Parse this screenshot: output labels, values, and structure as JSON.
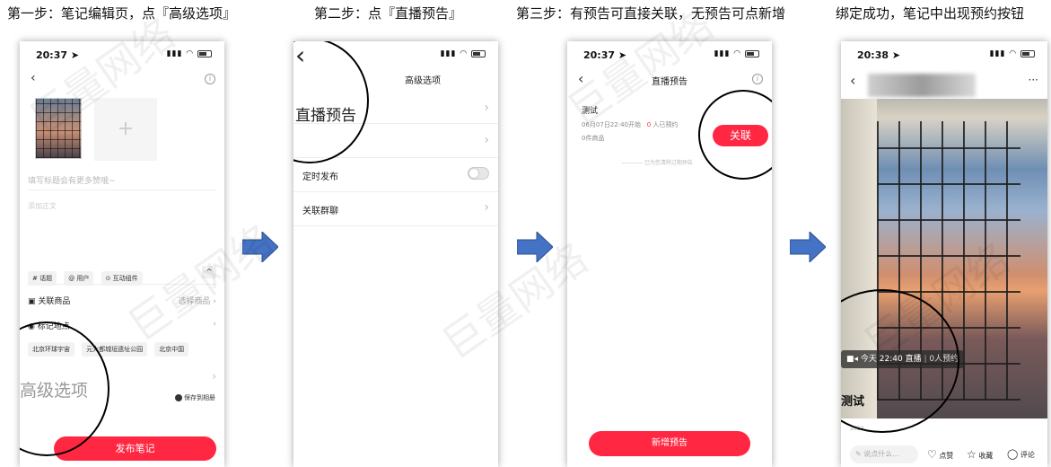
{
  "steps": {
    "step1": "第一步：笔记编辑页，点『高级选项』",
    "step2": "第二步：点『直播预告』",
    "step3": "第三步：有预告可直接关联，无预告可点新增",
    "step4": "绑定成功，笔记中出现预约按钮"
  },
  "watermark": "巨量网络",
  "phone1": {
    "time": "20:37",
    "add_symbol": "+",
    "title_placeholder": "填写标题会有更多赞哦~",
    "body_placeholder": "添加正文",
    "chips": [
      "# 话题",
      "@ 用户",
      "⊙ 互动组件"
    ],
    "link_goods_label": "关联商品",
    "link_goods_value": "选择商品",
    "location_label": "标记地点",
    "location_chips": [
      "北京环球宇宙",
      "元大都城垣遗址公园",
      "北京中国"
    ],
    "advanced_label": "高级选项",
    "save_album": "保存到相册",
    "publish_button": "发布笔记"
  },
  "phone2": {
    "nav_title": "高级选项",
    "live_preview": "直播预告",
    "scheduled_publish": "定时发布",
    "link_group_chat": "关联群聊"
  },
  "phone3": {
    "time": "20:37",
    "nav_title": "直播预告",
    "preview_name": "测试",
    "preview_time": "06月07日22:40开始",
    "reserved_count": "0",
    "reserved_suffix": "人已预约",
    "goods_count": "0件商品",
    "link_button": "关联",
    "hint": "已为您清除过期预告",
    "add_button": "新增预告"
  },
  "phone4": {
    "time": "20:38",
    "more": "···",
    "live_badge": "今天 22:40 直播",
    "reserve_count": "0人预约",
    "note_title": "测试",
    "date": "2023",
    "comment_placeholder": "说点什么...",
    "like": "点赞",
    "collect": "收藏",
    "comment": "评论"
  }
}
